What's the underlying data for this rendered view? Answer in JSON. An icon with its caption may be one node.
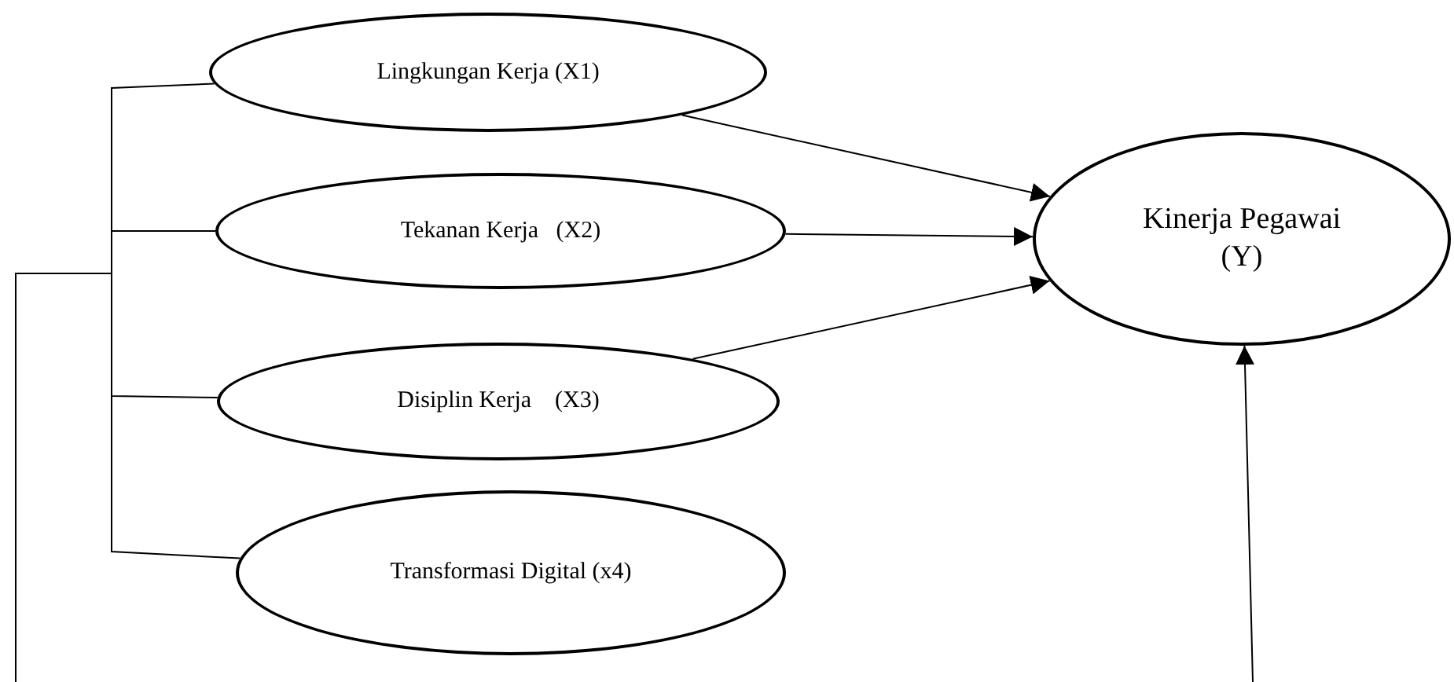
{
  "diagram": {
    "nodes": [
      {
        "text": [
          "Lingkungan Kerja (X1)"
        ]
      },
      {
        "text": [
          "Tekanan Kerja   (X2)"
        ]
      },
      {
        "text": [
          "Disiplin Kerja    (X3)"
        ]
      },
      {
        "text": [
          "Transformasi Digital (x4)"
        ]
      },
      {
        "text": [
          "Kinerja Pegawai (Y)"
        ]
      }
    ],
    "edges": [
      {
        "from": 0,
        "to": 4,
        "arrow": "to"
      },
      {
        "from": 1,
        "to": 4,
        "arrow": "to"
      },
      {
        "from": 2,
        "to": 4,
        "arrow": "to"
      },
      {
        "from": 0,
        "to": null,
        "arrow": "none"
      },
      {
        "from": 1,
        "to": null,
        "arrow": "none"
      },
      {
        "from": 2,
        "to": null,
        "arrow": "none"
      },
      {
        "from": 3,
        "to": null,
        "arrow": "none"
      },
      {
        "from": null,
        "to": 4,
        "arrow": "to"
      }
    ]
  }
}
